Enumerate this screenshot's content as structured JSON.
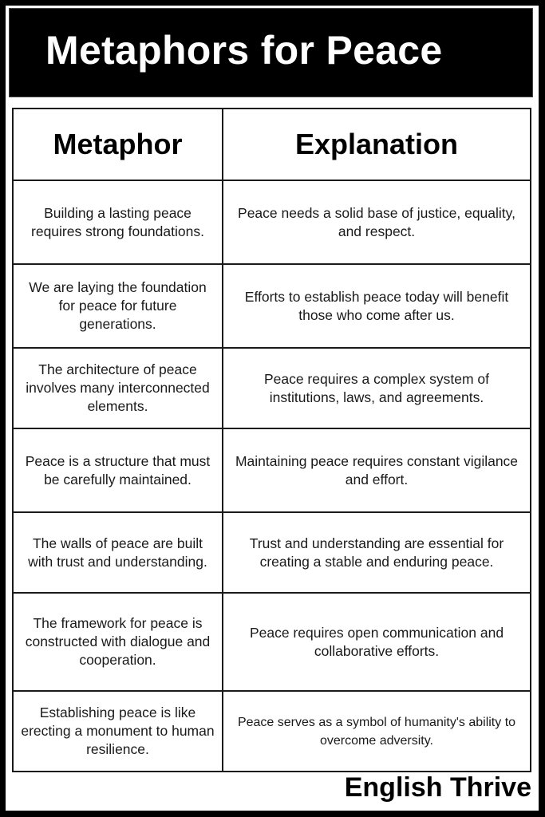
{
  "title": "Metaphors for Peace",
  "table": {
    "headers": [
      "Metaphor",
      "Explanation"
    ],
    "rows": [
      {
        "metaphor": "Building a lasting peace requires strong foundations.",
        "explanation": "Peace needs a solid base of justice, equality, and respect."
      },
      {
        "metaphor": "We are laying the foundation for peace for future generations.",
        "explanation": "Efforts to establish peace today will benefit those who come after us."
      },
      {
        "metaphor": "The architecture of peace involves many interconnected elements.",
        "explanation": "Peace requires a complex system of institutions, laws, and agreements."
      },
      {
        "metaphor": "Peace is a structure that must be carefully maintained.",
        "explanation": "Maintaining peace requires constant vigilance and effort."
      },
      {
        "metaphor": "The walls of peace are built with trust and understanding.",
        "explanation": "Trust and understanding are essential for creating a stable and enduring peace."
      },
      {
        "metaphor": "The framework for peace is constructed with dialogue and cooperation.",
        "explanation": "Peace requires open communication and collaborative efforts."
      },
      {
        "metaphor": "Establishing peace is like erecting a monument to human resilience.",
        "explanation": "Peace serves as a symbol of humanity's ability to overcome adversity."
      }
    ]
  },
  "footer": {
    "brand": "English Thrive"
  }
}
